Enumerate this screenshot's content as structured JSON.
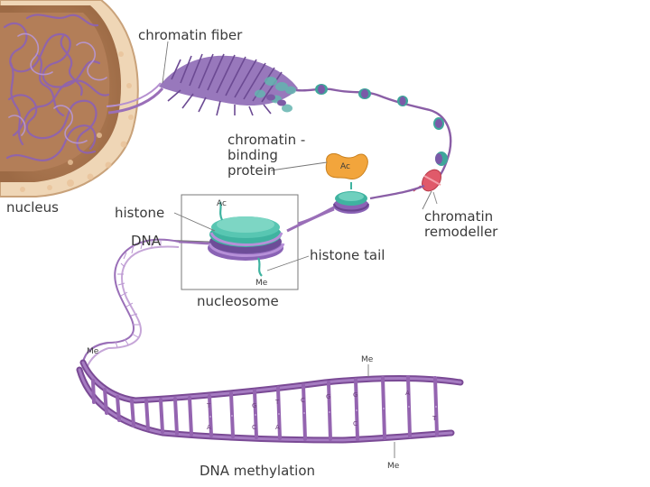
{
  "labels": {
    "chromatin_fiber": "chromatin fiber",
    "nucleus": "nucleus",
    "chromatin_binding_protein": "chromatin - binding protein",
    "histone": "histone",
    "dna": "DNA",
    "histone_tail": "histone tail",
    "nucleosome": "nucleosome",
    "chromatin_remodeller": "chromatin remodeller",
    "dna_methylation": "DNA methylation"
  },
  "marks": {
    "acetyl": "Ac",
    "methyl": "Me"
  },
  "base_letters": [
    "T",
    "A",
    "G",
    "C",
    "T",
    "A",
    "C",
    "G",
    "G",
    "C",
    "A",
    "T"
  ],
  "colors": {
    "dna_purple": "#8e5aa3",
    "dna_light": "#c6a6d8",
    "histone_teal": "#3fb3a0",
    "histone_purple": "#8a63b5",
    "binding_protein_orange": "#f0a33b",
    "remodeller_red": "#e05a6a",
    "nucleus_tan": "#e9c9a4",
    "nucleus_inner": "#b3805a"
  }
}
